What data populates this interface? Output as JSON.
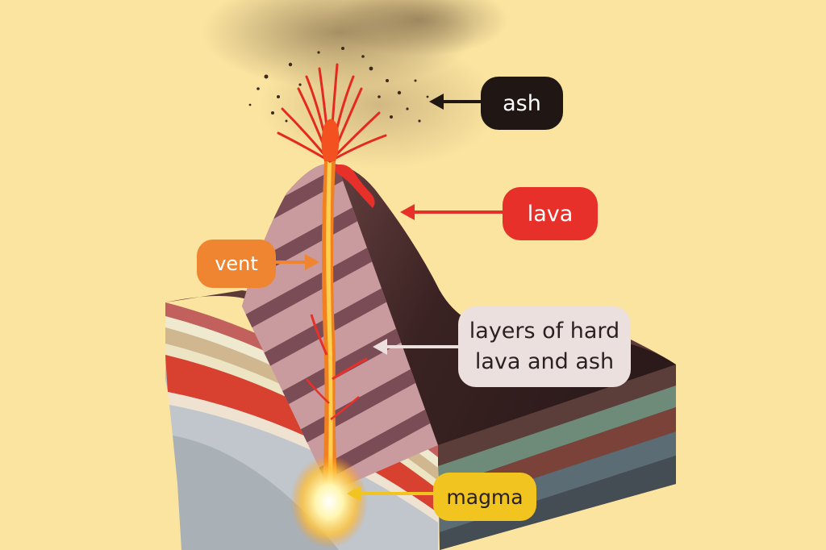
{
  "labels": {
    "ash": "ash",
    "lava": "lava",
    "vent": "vent",
    "layers": "layers of hard\nlava and ash",
    "magma": "magma"
  },
  "colors": {
    "background": "#fbe4a0",
    "ash_label": "#201715",
    "lava_label": "#e8302a",
    "vent_label": "#ef8531",
    "layers_label": "#ece0de",
    "magma_label": "#f2c41f",
    "mountain": "#3a2424",
    "lava": "#f08020"
  }
}
